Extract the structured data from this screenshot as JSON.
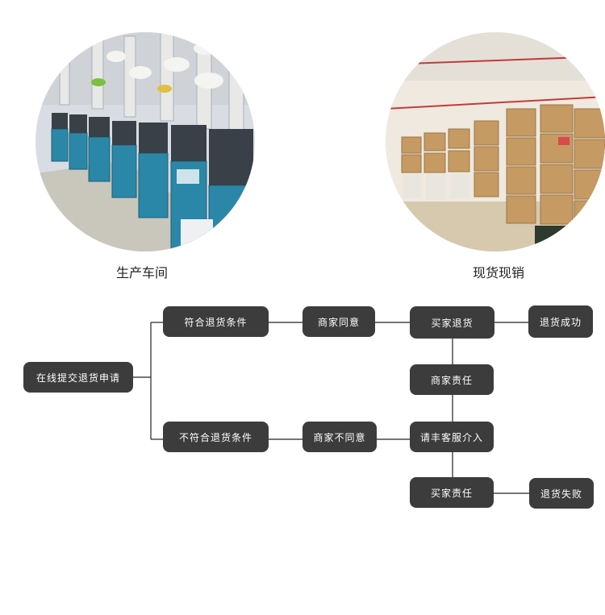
{
  "photos": {
    "factory": {
      "caption": "生产车间",
      "image": "factory-machines-photo"
    },
    "warehouse": {
      "caption": "现货现销",
      "image": "warehouse-boxes-photo"
    }
  },
  "flow": {
    "submit": "在线提交退货申请",
    "meets": "符合退货条件",
    "not_meets": "不符合退货条件",
    "merchant_agree": "商家同意",
    "merchant_disagree": "商家不同意",
    "buyer_return": "买家退货",
    "merchant_responsibility": "商家责任",
    "ask_service": "请丰客服介入",
    "buyer_responsibility": "买家责任",
    "return_success": "退货成功",
    "return_fail": "退货失败"
  },
  "colors": {
    "node_bg": "#3c3c3c",
    "node_text": "#ffffff",
    "line": "#222222"
  }
}
